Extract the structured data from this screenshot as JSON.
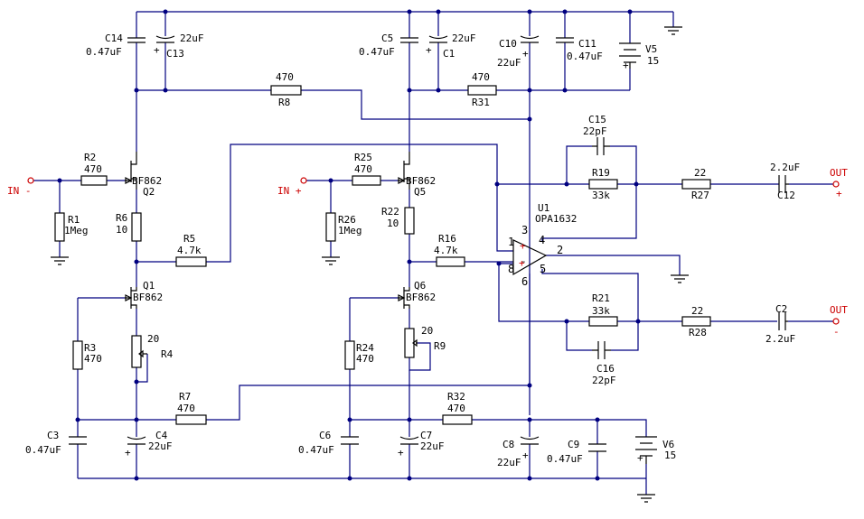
{
  "labels": {
    "C14_ref": "C14",
    "C14_val": "0.47uF",
    "C13_val": "22uF",
    "C13_ref": "C13",
    "C5_ref": "C5",
    "C5_val": "0.47uF",
    "C1_val": "22uF",
    "C1_ref": "C1",
    "C10_ref": "C10",
    "C10_val": "22uF",
    "C11_ref": "C11",
    "C11_val": "0.47uF",
    "V5_ref": "V5",
    "V5_val": "15",
    "R8_val": "470",
    "R8_ref": "R8",
    "R31_val": "470",
    "R31_ref": "R31",
    "C15_ref": "C15",
    "C15_val": "22pF",
    "R19_ref": "R19",
    "R19_val": "33k",
    "R27_val": "22",
    "R27_ref": "R27",
    "C12_val": "2.2uF",
    "C12_ref": "C12",
    "OUT_plus": "OUT",
    "OUT_plus_sign": "+",
    "R2_ref": "R2",
    "R2_val": "470",
    "Q2_type": "BF862",
    "Q2_ref": "Q2",
    "R25_ref": "R25",
    "R25_val": "470",
    "Q5_type": "BF862",
    "Q5_ref": "Q5",
    "IN_minus": "IN -",
    "IN_plus": "IN +",
    "R1_ref": "R1",
    "R1_val": "1Meg",
    "R26_ref": "R26",
    "R26_val": "1Meg",
    "R6_ref": "R6",
    "R6_val": "10",
    "R22_ref": "R22",
    "R22_val": "10",
    "U1_ref": "U1",
    "U1_type": "OPA1632",
    "R5_ref": "R5",
    "R5_val": "4.7k",
    "R16_ref": "R16",
    "R16_val": "4.7k",
    "pin1": "1",
    "pin2": "2",
    "pin3": "3",
    "pin4": "4",
    "pin5": "5",
    "pin6": "6",
    "pin8": "8",
    "opamp_plus": "+",
    "opamp_minus": "-",
    "opamp_plus2": "+",
    "Q1_ref": "Q1",
    "Q1_type": "BF862",
    "Q6_ref": "Q6",
    "Q6_type": "BF862",
    "R21_ref": "R21",
    "R21_val": "33k",
    "R28_val": "22",
    "R28_ref": "R28",
    "C2_ref": "C2",
    "C2_val": "2.2uF",
    "OUT_minus": "OUT",
    "OUT_minus_sign": "-",
    "R3_ref": "R3",
    "R3_val": "470",
    "R4_val": "20",
    "R4_ref": "R4",
    "R24_ref": "R24",
    "R24_val": "470",
    "R9_val": "20",
    "R9_ref": "R9",
    "C16_ref": "C16",
    "C16_val": "22pF",
    "R7_ref": "R7",
    "R7_val": "470",
    "R32_ref": "R32",
    "R32_val": "470",
    "C3_ref": "C3",
    "C3_val": "0.47uF",
    "C4_ref": "C4",
    "C4_val": "22uF",
    "C6_ref": "C6",
    "C6_val": "0.47uF",
    "C7_ref": "C7",
    "C7_val": "22uF",
    "C8_ref": "C8",
    "C8_val": "22uF",
    "C9_ref": "C9",
    "C9_val": "0.47uF",
    "V6_ref": "V6",
    "V6_val": "15",
    "plus_sign": "+"
  },
  "colors": {
    "wire": "#000080",
    "body": "#000000",
    "io": "#cc0000"
  }
}
